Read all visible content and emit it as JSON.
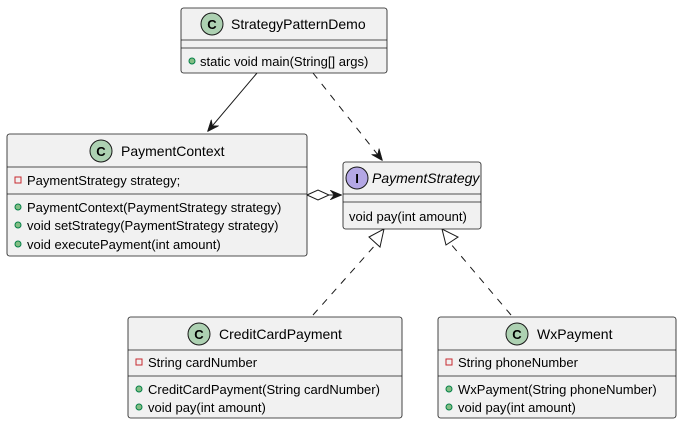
{
  "classes": {
    "demo": {
      "badge": "C",
      "name": "StrategyPatternDemo",
      "fields": [],
      "methods": [
        {
          "visibility": "public",
          "text": "static void main(String[] args)"
        }
      ]
    },
    "context": {
      "badge": "C",
      "name": "PaymentContext",
      "fields": [
        {
          "visibility": "private",
          "text": "PaymentStrategy strategy;"
        }
      ],
      "methods": [
        {
          "visibility": "public",
          "text": "PaymentContext(PaymentStrategy strategy)"
        },
        {
          "visibility": "public",
          "text": "void setStrategy(PaymentStrategy strategy)"
        },
        {
          "visibility": "public",
          "text": "void executePayment(int amount)"
        }
      ]
    },
    "strategy": {
      "badge": "I",
      "name": "PaymentStrategy",
      "fields": [],
      "methods": [
        {
          "visibility": "none",
          "text": "void pay(int amount)"
        }
      ]
    },
    "credit": {
      "badge": "C",
      "name": "CreditCardPayment",
      "fields": [
        {
          "visibility": "private",
          "text": "String cardNumber"
        }
      ],
      "methods": [
        {
          "visibility": "public",
          "text": "CreditCardPayment(String cardNumber)"
        },
        {
          "visibility": "public",
          "text": "void pay(int amount)"
        }
      ]
    },
    "wx": {
      "badge": "C",
      "name": "WxPayment",
      "fields": [
        {
          "visibility": "private",
          "text": "String phoneNumber"
        }
      ],
      "methods": [
        {
          "visibility": "public",
          "text": "WxPayment(String phoneNumber)"
        },
        {
          "visibility": "public",
          "text": "void pay(int amount)"
        }
      ]
    }
  },
  "relationships": [
    {
      "from": "demo",
      "to": "context",
      "type": "association"
    },
    {
      "from": "demo",
      "to": "strategy",
      "type": "dependency"
    },
    {
      "from": "context",
      "to": "strategy",
      "type": "aggregation"
    },
    {
      "from": "credit",
      "to": "strategy",
      "type": "realization"
    },
    {
      "from": "wx",
      "to": "strategy",
      "type": "realization"
    }
  ],
  "colors": {
    "class_badge": "#add1b2",
    "interface_badge": "#b4a7e5",
    "box_fill": "#f1f1f1",
    "border": "#181818",
    "public_fill": "#84be84",
    "public_stroke": "#038048",
    "private_stroke": "#c82930"
  }
}
